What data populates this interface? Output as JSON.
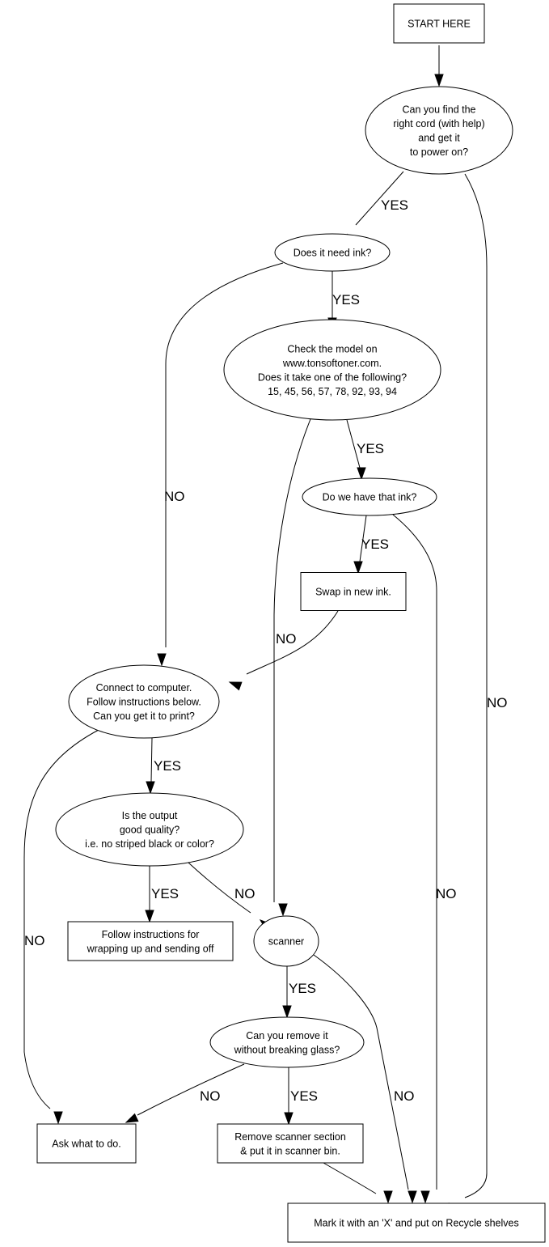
{
  "diagram": {
    "title": "Printer triage flowchart",
    "nodes": [
      {
        "id": "start",
        "shape": "box",
        "lines": [
          "START HERE"
        ]
      },
      {
        "id": "power",
        "shape": "ellipse",
        "lines": [
          "Can you find the",
          "right cord (with help)",
          "and get it",
          "to power on?"
        ]
      },
      {
        "id": "need_ink",
        "shape": "ellipse",
        "lines": [
          "Does it need ink?"
        ]
      },
      {
        "id": "check_model",
        "shape": "ellipse",
        "lines": [
          "Check the model on",
          "www.tonsoftoner.com.",
          "Does it take one of the following?",
          "15, 45, 56, 57, 78, 92, 93, 94"
        ]
      },
      {
        "id": "have_ink",
        "shape": "ellipse",
        "lines": [
          "Do we have that ink?"
        ]
      },
      {
        "id": "swap_ink",
        "shape": "box",
        "lines": [
          "Swap in new ink."
        ]
      },
      {
        "id": "connect",
        "shape": "ellipse",
        "lines": [
          "Connect to computer.",
          "Follow instructions below.",
          "Can you get it to print?"
        ]
      },
      {
        "id": "quality",
        "shape": "ellipse",
        "lines": [
          "Is the output",
          "good quality?",
          "i.e. no striped black or color?"
        ]
      },
      {
        "id": "wrap_up",
        "shape": "box",
        "lines": [
          "Follow instructions for",
          "wrapping up and sending off"
        ]
      },
      {
        "id": "scanner",
        "shape": "ellipse",
        "lines": [
          "scanner"
        ]
      },
      {
        "id": "remove_glass",
        "shape": "ellipse",
        "lines": [
          "Can you remove it",
          "without breaking glass?"
        ]
      },
      {
        "id": "ask",
        "shape": "box",
        "lines": [
          "Ask what to do."
        ]
      },
      {
        "id": "remove_scanner",
        "shape": "box",
        "lines": [
          "Remove scanner section",
          "& put it in scanner bin."
        ]
      },
      {
        "id": "recycle",
        "shape": "box",
        "lines": [
          "Mark it with an 'X' and put on Recycle shelves"
        ]
      }
    ],
    "edges": [
      {
        "id": "start-power",
        "from": "start",
        "to": "power",
        "label": ""
      },
      {
        "id": "power-need_ink",
        "from": "power",
        "to": "need_ink",
        "label": "YES"
      },
      {
        "id": "power-recycle",
        "from": "power",
        "to": "recycle",
        "label": "NO"
      },
      {
        "id": "need_ink-check_model",
        "from": "need_ink",
        "to": "check_model",
        "label": "YES"
      },
      {
        "id": "need_ink-connect",
        "from": "need_ink",
        "to": "connect",
        "label": "NO"
      },
      {
        "id": "check_model-have_ink",
        "from": "check_model",
        "to": "have_ink",
        "label": "YES"
      },
      {
        "id": "check_model-scanner",
        "from": "check_model",
        "to": "scanner",
        "label": "NO"
      },
      {
        "id": "have_ink-swap_ink",
        "from": "have_ink",
        "to": "swap_ink",
        "label": "YES"
      },
      {
        "id": "have_ink-recycle",
        "from": "have_ink",
        "to": "recycle",
        "label": "NO"
      },
      {
        "id": "swap_ink-connect",
        "from": "swap_ink",
        "to": "connect",
        "label": ""
      },
      {
        "id": "connect-quality",
        "from": "connect",
        "to": "quality",
        "label": "YES"
      },
      {
        "id": "connect-ask",
        "from": "connect",
        "to": "ask",
        "label": "NO"
      },
      {
        "id": "quality-wrap_up",
        "from": "quality",
        "to": "wrap_up",
        "label": "YES"
      },
      {
        "id": "quality-scanner",
        "from": "quality",
        "to": "scanner",
        "label": "NO"
      },
      {
        "id": "scanner-remove_glass",
        "from": "scanner",
        "to": "remove_glass",
        "label": "YES"
      },
      {
        "id": "scanner-recycle",
        "from": "scanner",
        "to": "recycle",
        "label": "NO"
      },
      {
        "id": "remove_glass-ask",
        "from": "remove_glass",
        "to": "ask",
        "label": "NO"
      },
      {
        "id": "remove_glass-remove_scanner",
        "from": "remove_glass",
        "to": "remove_scanner",
        "label": "YES"
      },
      {
        "id": "remove_scanner-recycle",
        "from": "remove_scanner",
        "to": "recycle",
        "label": ""
      }
    ]
  }
}
